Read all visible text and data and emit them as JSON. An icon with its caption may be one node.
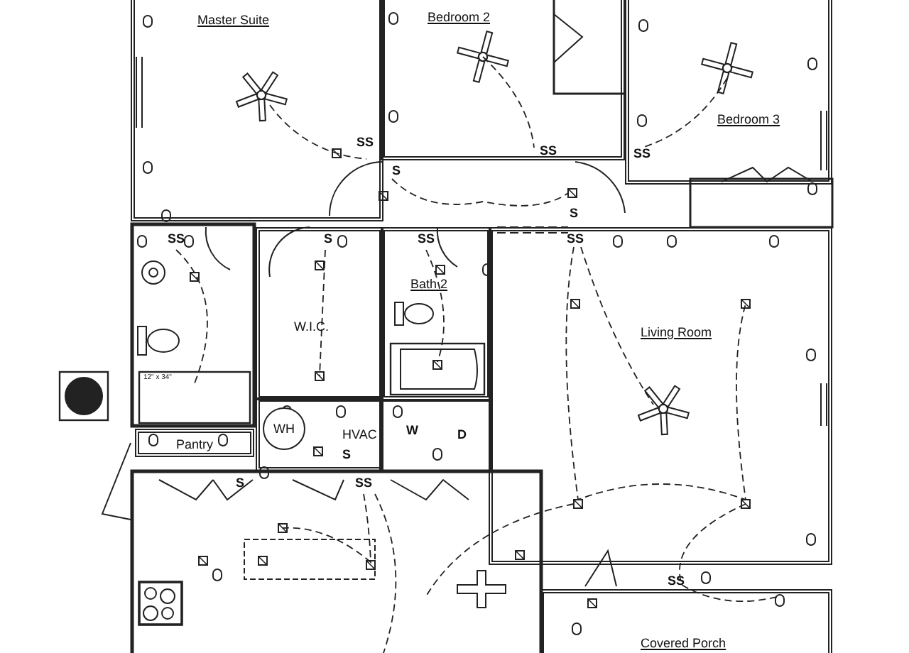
{
  "diagram": {
    "nodes": [
      {
        "text": [
          "Master Suite"
        ]
      },
      {
        "text": [
          "Bedroom 2"
        ]
      },
      {
        "text": [
          "Bedroom 3"
        ]
      },
      {
        "text": [
          "Bath 2"
        ]
      },
      {
        "text": [
          "W.I.C."
        ]
      },
      {
        "text": [
          "Living Room"
        ]
      },
      {
        "text": [
          "HVAC"
        ]
      },
      {
        "text": [
          "WH"
        ],
        "in": 6
      },
      {
        "text": [
          "Pantry"
        ]
      },
      {
        "text": [
          "Covered Porch"
        ]
      }
    ],
    "labels": [
      "SS",
      "SS",
      "SS",
      "S",
      "S",
      "SS",
      "S",
      "SS",
      "SS",
      "12\" x 34\"",
      "W",
      "D",
      "S",
      "S",
      "SS",
      "SS"
    ]
  }
}
